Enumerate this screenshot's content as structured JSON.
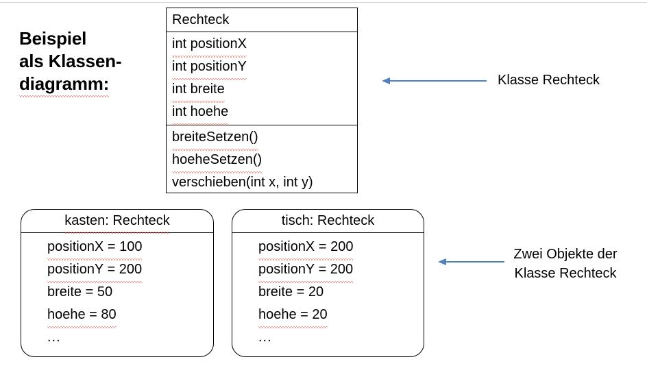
{
  "heading": {
    "lines": [
      "Beispiel",
      "als Klassen-",
      "diagramm:"
    ]
  },
  "class_box": {
    "name": "Rechteck",
    "attributes": [
      "int positionX",
      "int positionY",
      "int breite",
      "int hoehe"
    ],
    "operations": [
      "breiteSetzen()",
      "hoeheSetzen()",
      "verschieben(int x, int y)"
    ]
  },
  "objects": [
    {
      "title": "kasten: Rechteck",
      "instance_name": "kasten",
      "class_name": "Rechteck",
      "slots": [
        "positionX = 100",
        "positionY = 200",
        "breite = 50",
        "hoehe = 80",
        "..."
      ]
    },
    {
      "title": "tisch: Rechteck",
      "instance_name": "tisch",
      "class_name": "Rechteck",
      "slots": [
        "positionX = 200",
        "positionY = 200",
        "breite = 20",
        "hoehe = 20",
        "..."
      ]
    }
  ],
  "annotations": {
    "class": {
      "lines": [
        "Klasse Rechteck"
      ]
    },
    "objects": {
      "lines": [
        "Zwei Objekte der",
        "Klasse Rechteck"
      ]
    }
  },
  "colors": {
    "arrow": "#4f81bd",
    "border": "#000000",
    "text": "#000000",
    "spellcheck_underline": "#e8443a",
    "background": "#ffffff"
  }
}
